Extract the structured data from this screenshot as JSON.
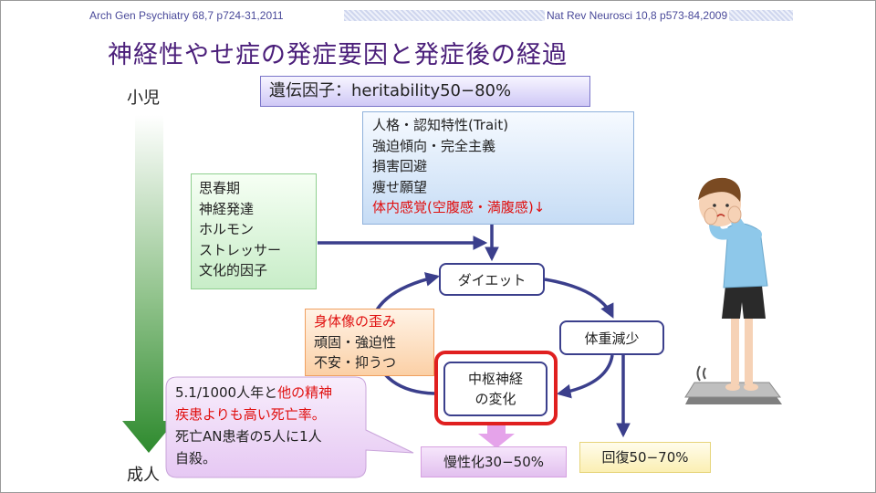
{
  "citations": {
    "left": "Arch Gen Psychiatry 68,7 p724-31,2011",
    "right": "Nat Rev Neurosci 10,8 p573-84,2009"
  },
  "title": "神経性やせ症の発症要因と発症後の経過",
  "side": {
    "top": "小児",
    "bottom": "成人"
  },
  "genetic": "遺伝因子：heritability50−80%",
  "trait": {
    "lines": [
      "人格・認知特性(Trait)",
      "強迫傾向・完全主義",
      "損害回避",
      "痩せ願望"
    ],
    "highlight": "体内感覚(空腹感・満腹感)↓"
  },
  "puberty": {
    "lines": [
      "思春期",
      "神経発達",
      "ホルモン",
      "ストレッサー",
      "文化的因子"
    ]
  },
  "diet": "ダイエット",
  "weight_loss": "体重減少",
  "cns": {
    "line1": "中枢神経",
    "line2": "の変化"
  },
  "body_image": {
    "highlight": "身体像の歪み",
    "lines": [
      "頑固・強迫性",
      "不安・抑うつ"
    ]
  },
  "chronic": "慢性化30−50%",
  "recovery": "回復50−70%",
  "callout": {
    "l1a": "5.1/1000人年と",
    "l1b": "他の精神",
    "l2": "疾患よりも高い死亡率。",
    "l3": "死亡AN患者の5人に1人",
    "l4": "自殺。"
  },
  "colors": {
    "accent_red": "#e01010",
    "arrow": "#3b3f8c",
    "title": "#4b1f7a"
  }
}
